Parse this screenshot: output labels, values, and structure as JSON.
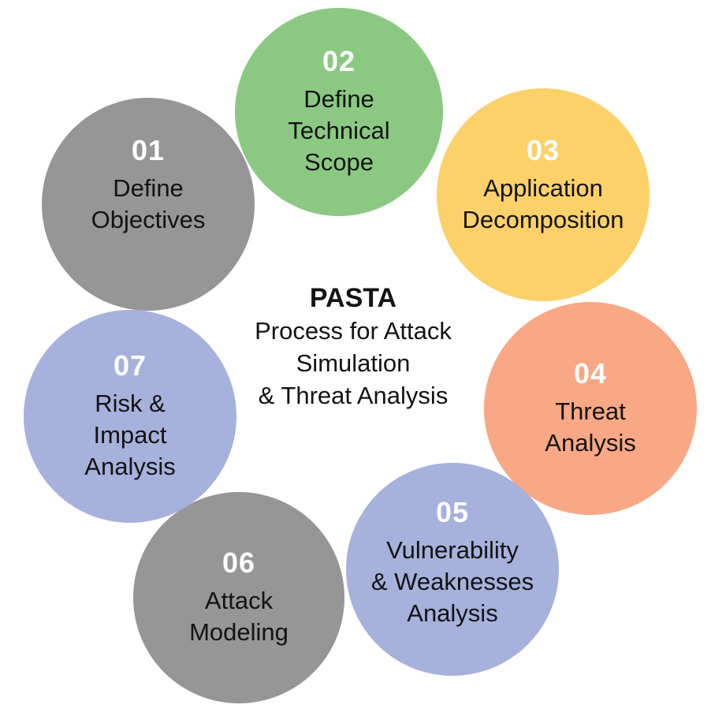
{
  "center": {
    "title": "PASTA",
    "subtitle": "Process for Attack\nSimulation\n& Threat Analysis"
  },
  "steps": [
    {
      "number": "01",
      "label": "Define\nObjectives",
      "color": "#969696"
    },
    {
      "number": "02",
      "label": "Define\nTechnical\nScope",
      "color": "#8BC983"
    },
    {
      "number": "03",
      "label": "Application\nDecomposition",
      "color": "#FCD169"
    },
    {
      "number": "04",
      "label": "Threat\nAnalysis",
      "color": "#F8A884"
    },
    {
      "number": "05",
      "label": "Vulnerability\n& Weaknesses\nAnalysis",
      "color": "#A6B1DC"
    },
    {
      "number": "06",
      "label": "Attack\nModeling",
      "color": "#969696"
    },
    {
      "number": "07",
      "label": "Risk &\nImpact\nAnalysis",
      "color": "#A6B1DC"
    }
  ],
  "colors": {
    "background": "#FFFFFF",
    "number_text": "#FFFFFF",
    "label_text": "#131313"
  }
}
